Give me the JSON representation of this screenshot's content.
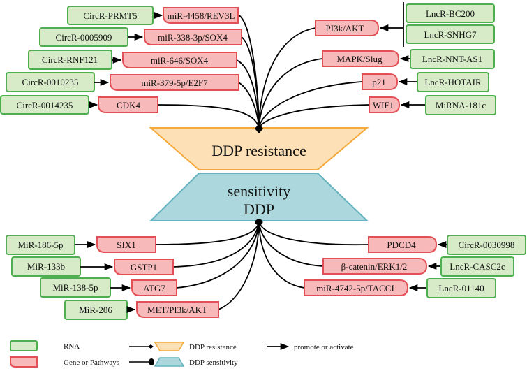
{
  "diagram": {
    "resistance_label": "DDP resistance",
    "sensitivity_label_line1": "sensitivity",
    "sensitivity_label_line2": "DDP",
    "colors": {
      "rna_fill": "#d7ebc9",
      "rna_stroke": "#4fae4f",
      "gene_fill": "#f7b9b9",
      "gene_stroke": "#e34f56",
      "resistance_fill": "#fde0b5",
      "resistance_stroke": "#f4a93a",
      "sensitivity_fill": "#acd7dc",
      "sensitivity_stroke": "#66b3bf"
    },
    "resistance_left": [
      {
        "rna": "CircR-PRMT5",
        "gene": "miR-4458/REV3L"
      },
      {
        "rna": "CircR-0005909",
        "gene": "miR-338-3p/SOX4"
      },
      {
        "rna": "CircR-RNF121",
        "gene": "miR-646/SOX4"
      },
      {
        "rna": "CircR-0010235",
        "gene": "miR-379-5p/E2F7"
      },
      {
        "rna": "CircR-0014235",
        "gene": "CDK4"
      }
    ],
    "resistance_right_pi3k": {
      "gene": "PI3k/AKT",
      "rnas": [
        "LncR-BC200",
        "LncR-SNHG7"
      ]
    },
    "resistance_right": [
      {
        "rna": "LncR-NNT-AS1",
        "gene": "MAPK/Slug"
      },
      {
        "rna": "LncR-HOTAIR",
        "gene": "p21"
      },
      {
        "rna": "MiRNA-181c",
        "gene": "WIF1"
      }
    ],
    "sensitivity_left": [
      {
        "rna": "MiR-186-5p",
        "gene": "SIX1"
      },
      {
        "rna": "MiR-133b",
        "gene": "GSTP1"
      },
      {
        "rna": "MiR-138-5p",
        "gene": "ATG7"
      },
      {
        "rna": "MiR-206",
        "gene": "MET/PI3k/AKT"
      }
    ],
    "sensitivity_right": [
      {
        "rna": "CircR-0030998",
        "gene": "PDCD4"
      },
      {
        "rna": "LncR-CASC2c",
        "gene": "β-catenin/ERK1/2"
      },
      {
        "rna": "LncR-01140",
        "gene": "miR-4742-5p/TACCI"
      }
    ]
  },
  "legend": {
    "rna": "RNA",
    "gene": "Gene or Pathways",
    "resistance": "DDP resistance",
    "sensitivity": "DDP sensitivity",
    "promote": "promote or activate"
  }
}
